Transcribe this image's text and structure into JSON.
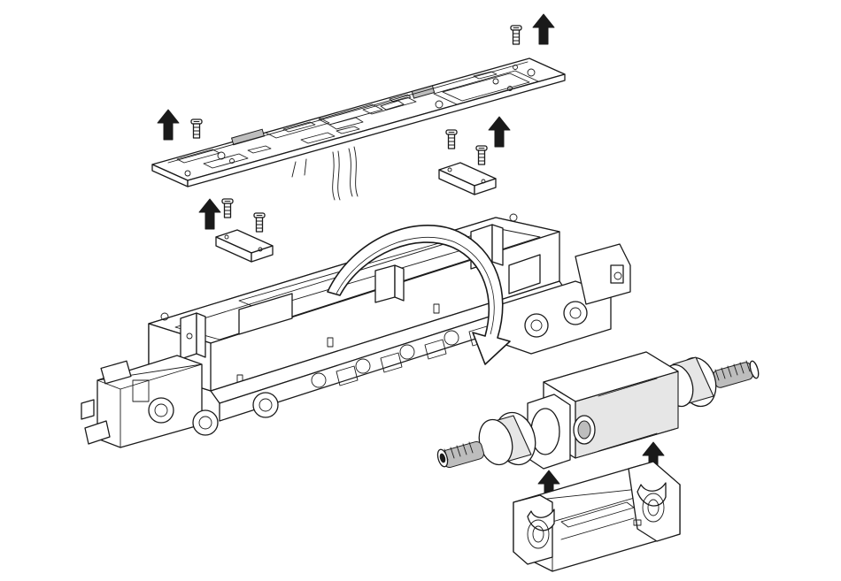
{
  "diagram": {
    "kind": "exploded assembly illustration",
    "parts": [
      "circuit-board",
      "screws",
      "spacer-blocks",
      "chassis",
      "motor",
      "motor-cradle"
    ],
    "arrows": [
      "remove-up",
      "rotate-down"
    ]
  },
  "colors": {
    "stroke": "#1a1a1a",
    "fill": "#ffffff",
    "arrow": "#1a1a1a",
    "motor_shade": "#e6e6e6",
    "worm": "#bdbdbd"
  },
  "icons": [
    "arrow-up-icon",
    "curved-arrow-icon",
    "screw-icon"
  ]
}
